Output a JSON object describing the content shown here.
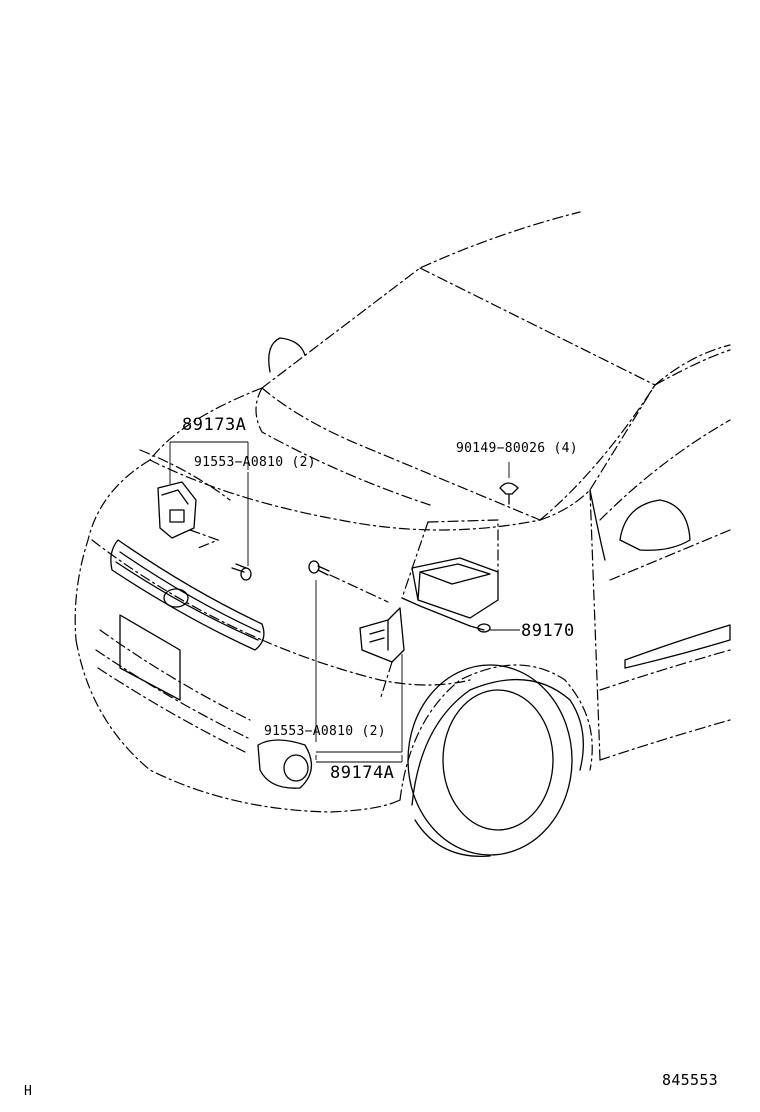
{
  "labels": {
    "p89173A": "89173A",
    "p91553_top": "91553−A0810 (2)",
    "p90149": "90149−80026 (4)",
    "p89170": "89170",
    "p91553_bottom": "91553−A0810 (2)",
    "p89174A": "89174A"
  },
  "footer": {
    "left_mark": "H",
    "illustration_no": "845553"
  }
}
